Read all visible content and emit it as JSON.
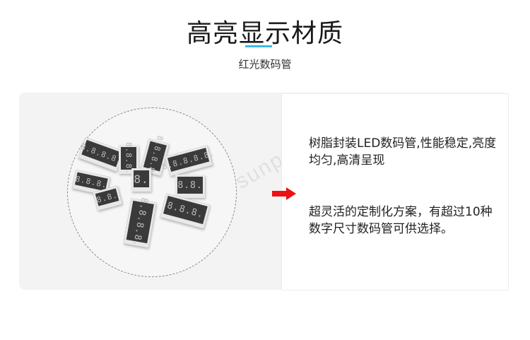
{
  "header": {
    "title": "高亮显示材质",
    "subtitle": "红光数码管",
    "accent_color": "#3fb8ec"
  },
  "image": {
    "description": "Assorted red-light 7-segment LED digit tubes arranged in a circle",
    "watermark": "sunpn",
    "chips": [
      "8.8.8.8.",
      "8.8.8.",
      "8.8.8.8.",
      "8.8.8.8.8.",
      "8.8.8.",
      "8.",
      "8.8.",
      "8.8.",
      "8.8.8.8.",
      "8.8.8."
    ]
  },
  "arrow": {
    "icon": "arrow-right-icon",
    "color": "#ee1111"
  },
  "features": {
    "paragraph1": "树脂封装LED数码管,性能稳定,亮度均匀,高清呈现",
    "paragraph2": "超灵活的定制化方案，有超过10种数字尺寸数码管可供选择。"
  }
}
